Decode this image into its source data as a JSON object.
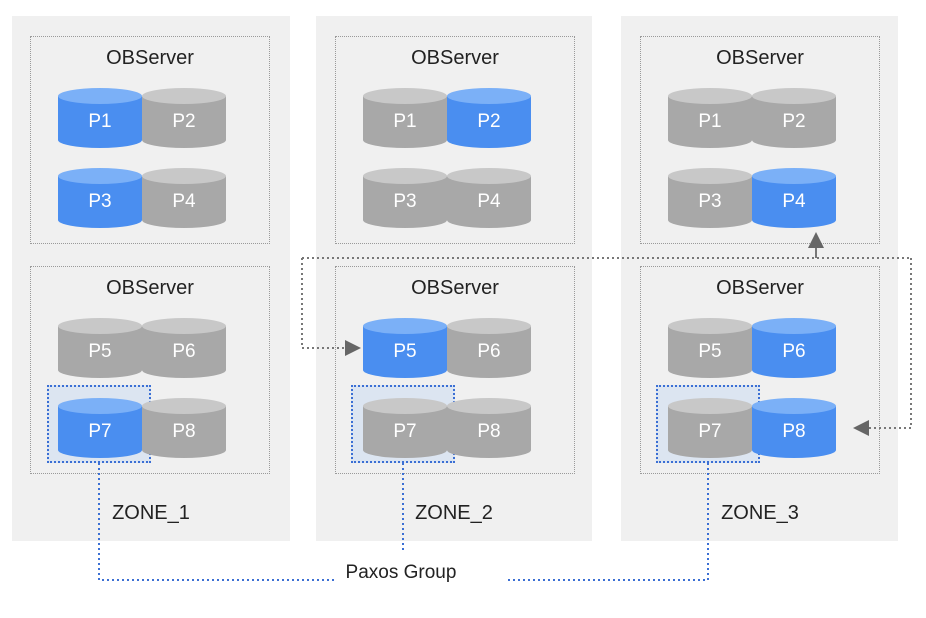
{
  "colors": {
    "leader": "#4a8ef0",
    "follower": "#a8a8a8",
    "link": "#3b6fd4",
    "arrow": "#666666"
  },
  "zones": [
    {
      "label": "ZONE_1",
      "servers": [
        {
          "title": "OBServer",
          "partitions": [
            {
              "name": "P1",
              "leader": true
            },
            {
              "name": "P2",
              "leader": false
            },
            {
              "name": "P3",
              "leader": true
            },
            {
              "name": "P4",
              "leader": false
            }
          ]
        },
        {
          "title": "OBServer",
          "partitions": [
            {
              "name": "P5",
              "leader": false
            },
            {
              "name": "P6",
              "leader": false
            },
            {
              "name": "P7",
              "leader": true
            },
            {
              "name": "P8",
              "leader": false
            }
          ]
        }
      ]
    },
    {
      "label": "ZONE_2",
      "servers": [
        {
          "title": "OBServer",
          "partitions": [
            {
              "name": "P1",
              "leader": false
            },
            {
              "name": "P2",
              "leader": true
            },
            {
              "name": "P3",
              "leader": false
            },
            {
              "name": "P4",
              "leader": false
            }
          ]
        },
        {
          "title": "OBServer",
          "partitions": [
            {
              "name": "P5",
              "leader": true
            },
            {
              "name": "P6",
              "leader": false
            },
            {
              "name": "P7",
              "leader": false
            },
            {
              "name": "P8",
              "leader": false
            }
          ]
        }
      ]
    },
    {
      "label": "ZONE_3",
      "servers": [
        {
          "title": "OBServer",
          "partitions": [
            {
              "name": "P1",
              "leader": false
            },
            {
              "name": "P2",
              "leader": false
            },
            {
              "name": "P3",
              "leader": false
            },
            {
              "name": "P4",
              "leader": true
            }
          ]
        },
        {
          "title": "OBServer",
          "partitions": [
            {
              "name": "P5",
              "leader": false
            },
            {
              "name": "P6",
              "leader": true
            },
            {
              "name": "P7",
              "leader": false
            },
            {
              "name": "P8",
              "leader": true
            }
          ]
        }
      ]
    }
  ],
  "paxos_label": "Paxos Group"
}
